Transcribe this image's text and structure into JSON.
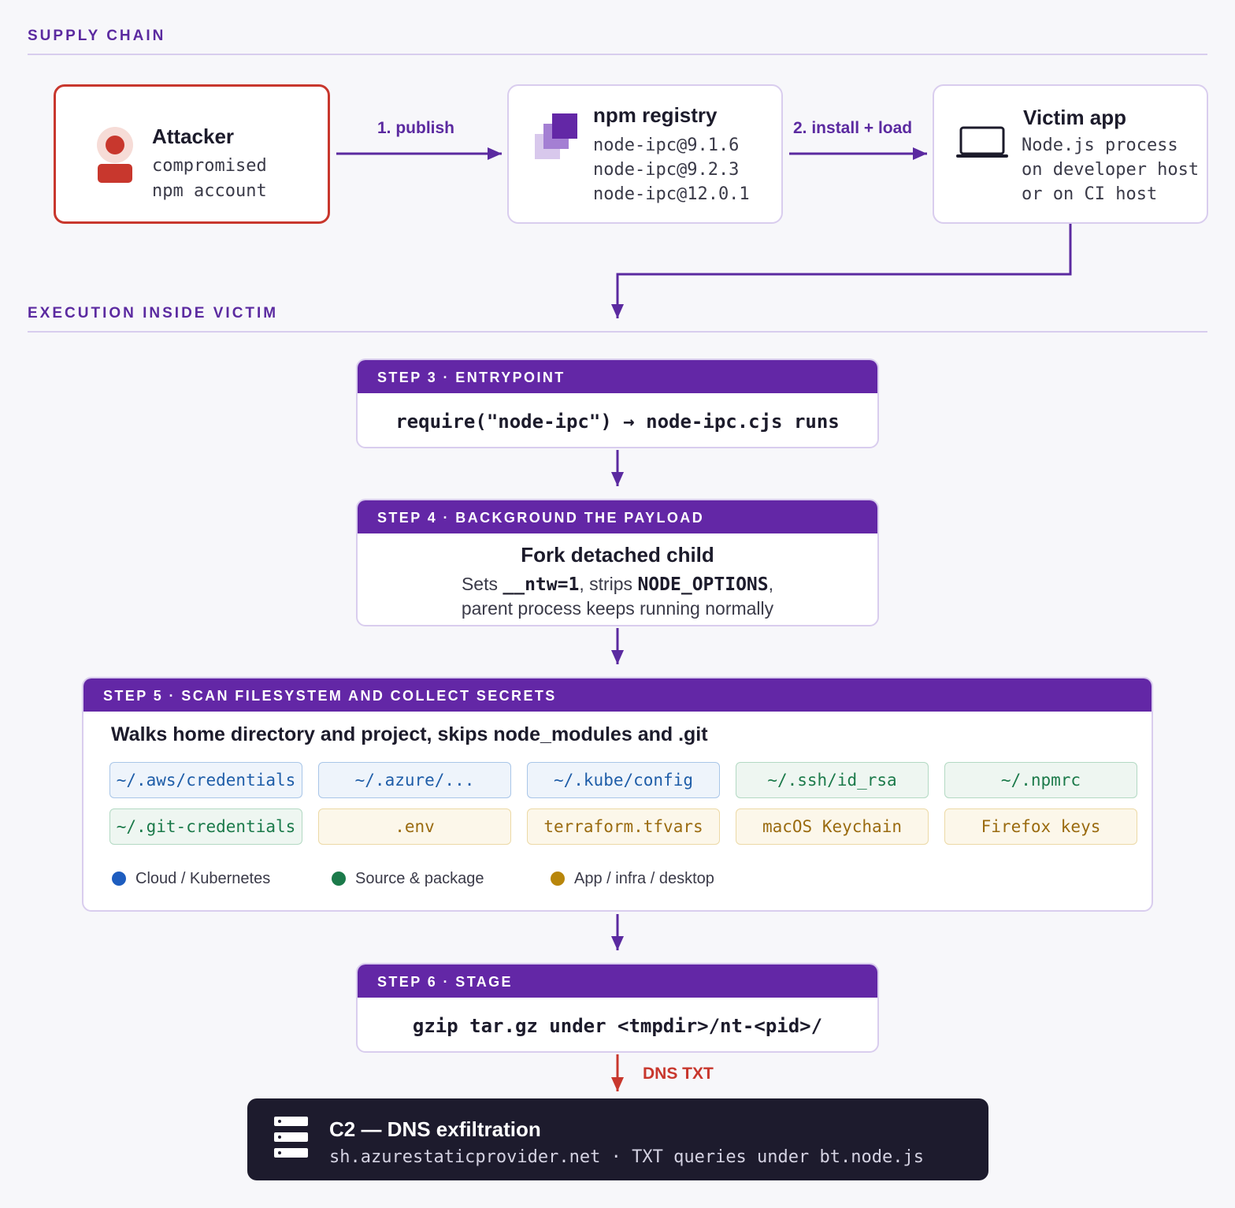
{
  "sections": {
    "supply_chain": "SUPPLY CHAIN",
    "execution": "EXECUTION INSIDE VICTIM"
  },
  "attacker": {
    "title": "Attacker",
    "lines": [
      "compromised",
      "npm account"
    ]
  },
  "registry": {
    "title": "npm registry",
    "versions": [
      "node-ipc@9.1.6",
      "node-ipc@9.2.3",
      "node-ipc@12.0.1"
    ]
  },
  "victim": {
    "title": "Victim app",
    "lines": [
      "Node.js process",
      "on developer host",
      "or on CI host"
    ]
  },
  "edges": {
    "publish": "1. publish",
    "install": "2. install + load",
    "dns": "DNS TXT"
  },
  "step3": {
    "header": "STEP 3 · ENTRYPOINT",
    "code": "require(\"node-ipc\") → node-ipc.cjs runs"
  },
  "step4": {
    "header": "STEP 4 · BACKGROUND THE PAYLOAD",
    "title": "Fork detached child",
    "line1_a": "Sets ",
    "line1_code1": "__ntw=1",
    "line1_b": ", strips ",
    "line1_code2": "NODE_OPTIONS",
    "line1_c": ",",
    "line2": "parent process keeps running normally"
  },
  "step5": {
    "header": "STEP 5 · SCAN FILESYSTEM AND COLLECT SECRETS",
    "subtitle": "Walks home directory and project, skips node_modules and .git",
    "chips": [
      {
        "label": "~/.aws/credentials",
        "category": "cloud"
      },
      {
        "label": "~/.azure/...",
        "category": "cloud"
      },
      {
        "label": "~/.kube/config",
        "category": "cloud"
      },
      {
        "label": "~/.ssh/id_rsa",
        "category": "source"
      },
      {
        "label": "~/.npmrc",
        "category": "source"
      },
      {
        "label": "~/.git-credentials",
        "category": "source"
      },
      {
        "label": ".env",
        "category": "app"
      },
      {
        "label": "terraform.tfvars",
        "category": "app"
      },
      {
        "label": "macOS Keychain",
        "category": "app"
      },
      {
        "label": "Firefox keys",
        "category": "app"
      }
    ],
    "legend": [
      {
        "label": "Cloud / Kubernetes",
        "color": "#1e5dbf"
      },
      {
        "label": "Source & package",
        "color": "#1b7a4a"
      },
      {
        "label": "App / infra / desktop",
        "color": "#b8860b"
      }
    ]
  },
  "step6": {
    "header": "STEP 6 · STAGE",
    "code": "gzip tar.gz under <tmpdir>/nt-<pid>/"
  },
  "c2": {
    "title": "C2 — DNS exfiltration",
    "detail": "sh.azurestaticprovider.net · TXT queries under bt.node.js"
  },
  "colors": {
    "accent": "#6327a6",
    "attacker_red": "#c8372d",
    "c2_bg": "#1d1b2d"
  }
}
